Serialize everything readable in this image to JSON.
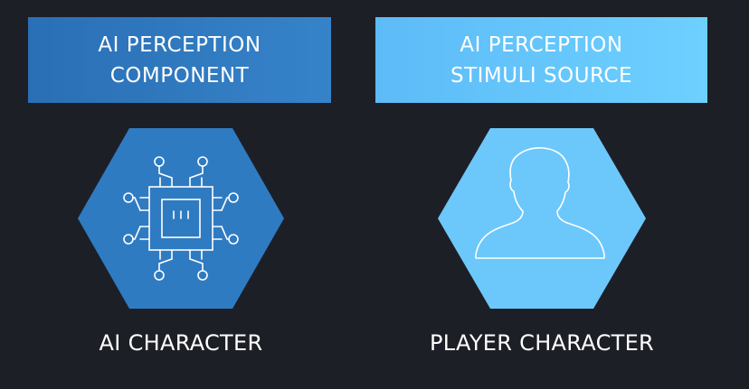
{
  "left": {
    "banner_line1": "AI PERCEPTION",
    "banner_line2": "COMPONENT",
    "caption": "AI CHARACTER",
    "icon": "chip-icon",
    "color": "#2f7bc2"
  },
  "right": {
    "banner_line1": "AI PERCEPTION",
    "banner_line2": "STIMULI SOURCE",
    "caption": "PLAYER CHARACTER",
    "icon": "person-silhouette-icon",
    "color": "#6cc8fb"
  },
  "colors": {
    "background": "#1d1f27",
    "text": "#ffffff"
  }
}
